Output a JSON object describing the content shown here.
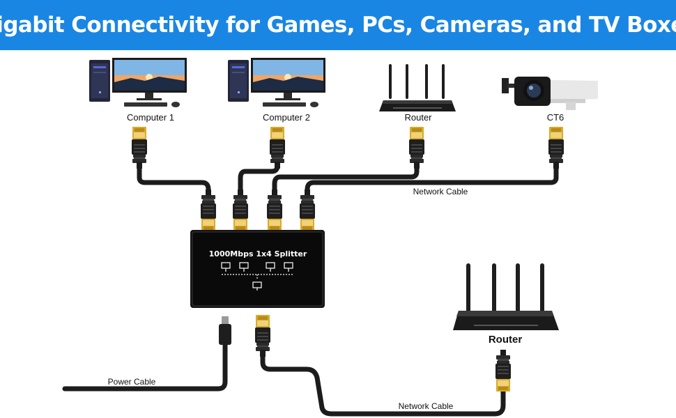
{
  "banner": {
    "title": "Gigabit Connectivity for Games, PCs, Cameras, and TV Boxes"
  },
  "devices": {
    "computer1": "Computer 1",
    "computer2": "Computer 2",
    "router_top": "Router",
    "camera": "CT6",
    "router_main": "Router"
  },
  "splitter": {
    "title": "1000Mbps 1x4 Splitter"
  },
  "cables": {
    "network_top": "Network Cable",
    "power": "Power Cable",
    "network_bottom": "Network Cable"
  },
  "colors": {
    "banner": "#1a86e3",
    "cable": "#1c1c1c",
    "gold": "#d9ab2b"
  }
}
